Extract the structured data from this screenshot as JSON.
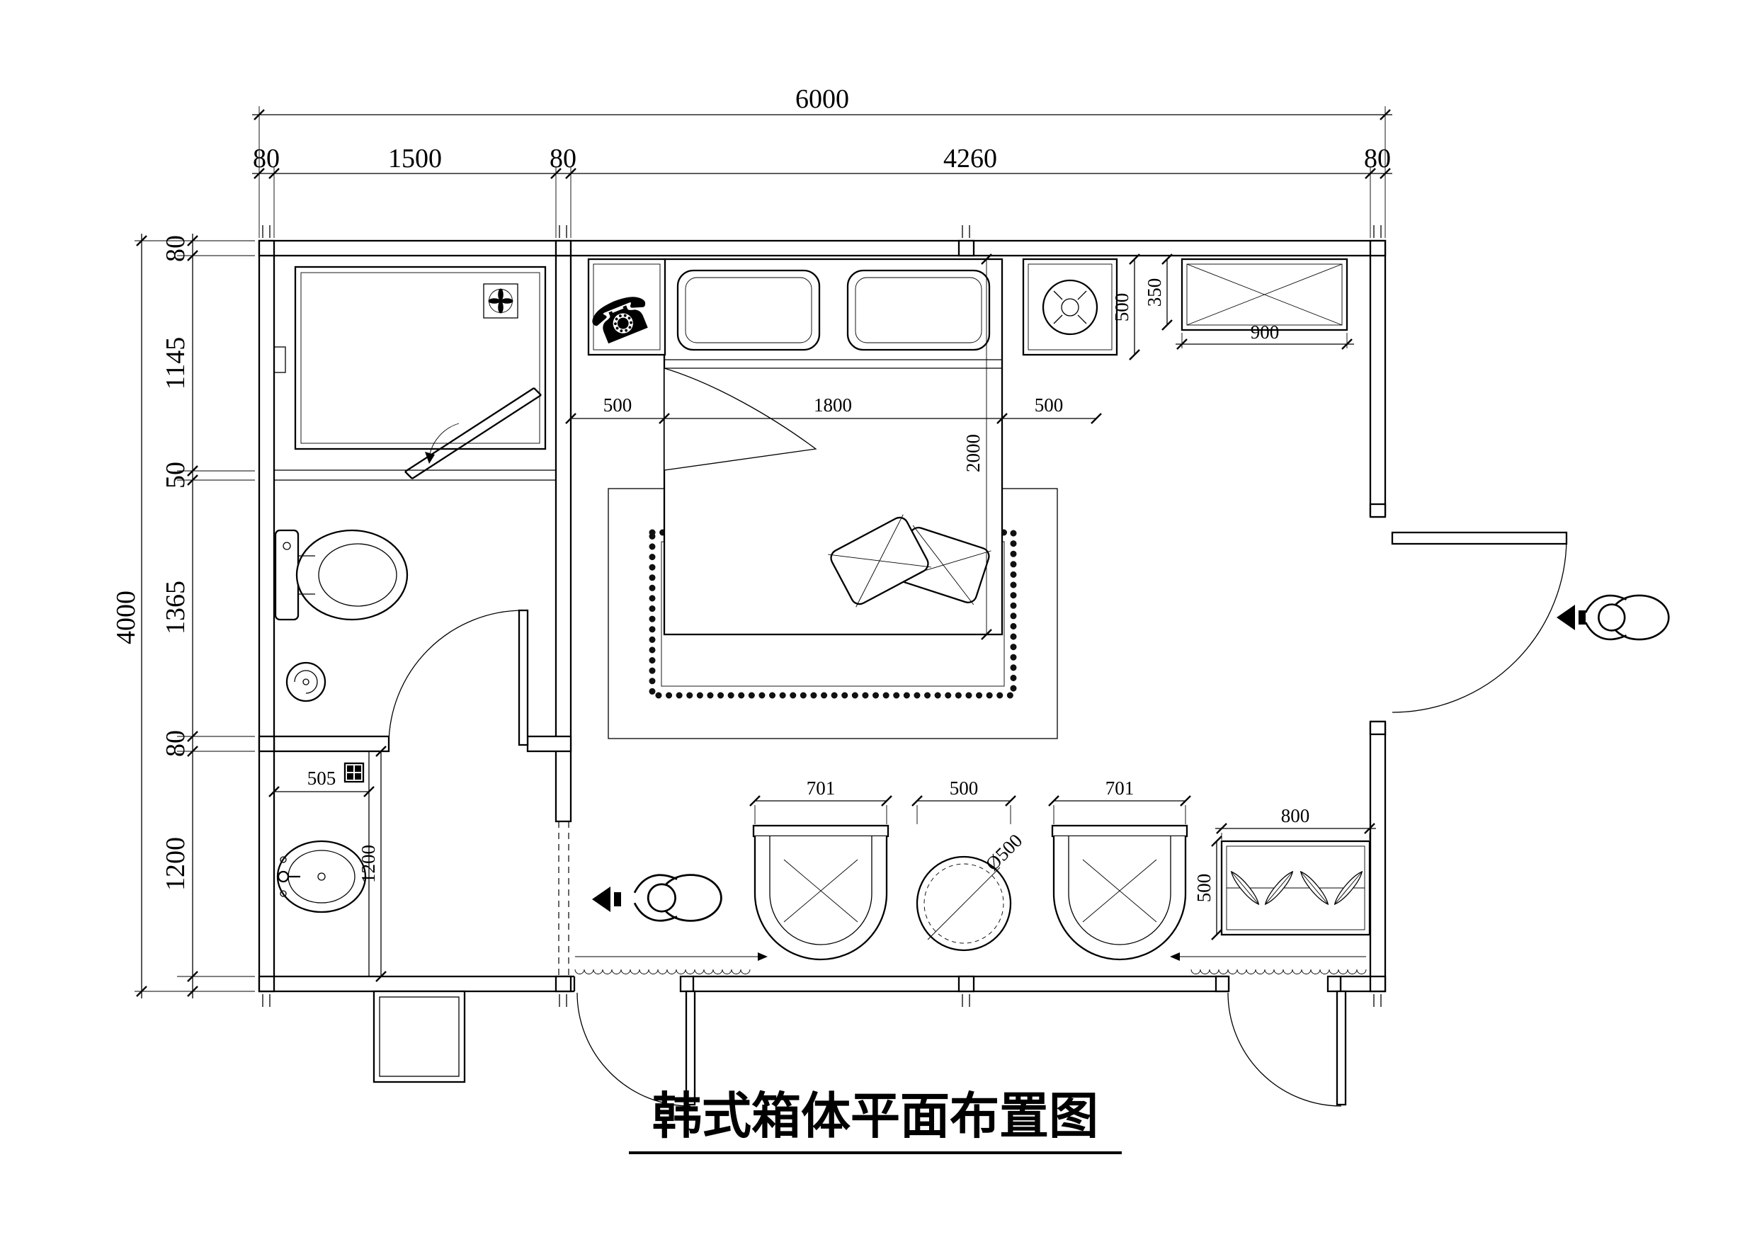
{
  "title": "韩式箱体平面布置图",
  "icons": {
    "telephone": "☎"
  },
  "dimensions": {
    "top": {
      "total": "6000",
      "segments": [
        "80",
        "1500",
        "80",
        "4260",
        "80"
      ]
    },
    "left": {
      "total": "4000",
      "segments": [
        "80",
        "1145",
        "50",
        "1365",
        "80",
        "1200"
      ]
    },
    "bed": {
      "gap_left": "500",
      "width": "1800",
      "gap_right": "500",
      "length": "2000"
    },
    "nightstand": {
      "depth": "500",
      "width": "350"
    },
    "cabinet": {
      "width": "900"
    },
    "vanity": {
      "width": "505",
      "length": "1200"
    },
    "seating": {
      "chair_left": "701",
      "gap": "500",
      "chair_right": "701",
      "table_diameter": "Ø500"
    },
    "planter": {
      "width": "800",
      "depth": "500"
    }
  }
}
